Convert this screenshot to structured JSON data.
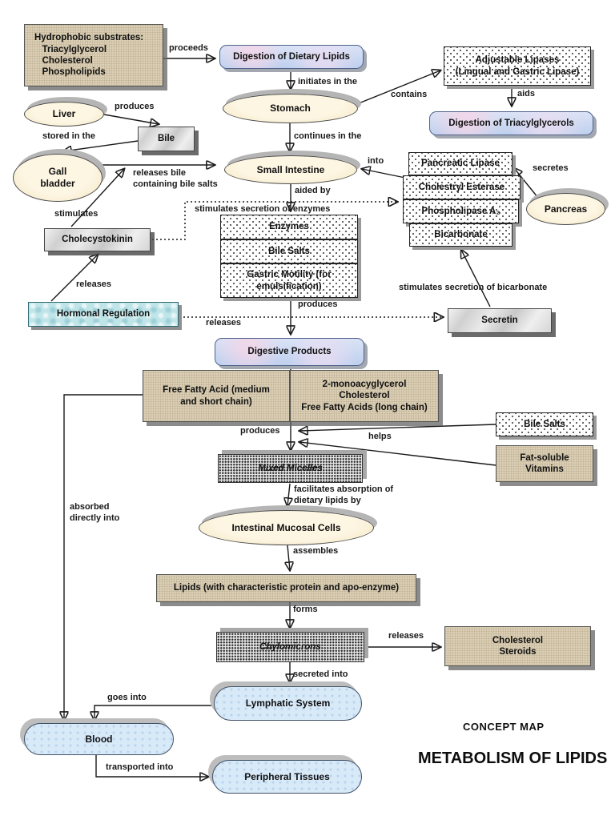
{
  "title": {
    "kicker": "CONCEPT MAP",
    "main": "METABOLISM OF LIPIDS"
  },
  "colors": {
    "tan_box": "#dbcfb5",
    "blue_box": "#cdd9f1",
    "ellipse_fill": "#fbf2d8",
    "pill_fill": "#d8e9f8",
    "cyan_box": "#bfe5e9",
    "marble_box": "#dcdcdc",
    "stipple_bg": "#fefefe",
    "line": "#1a1a1a"
  },
  "nodes": {
    "hydrophobic": {
      "label": "Hydrophobic substrates:\n   Triacylglycerol\n   Cholesterol\n   Phospholipids"
    },
    "digestion_dietary": {
      "label": "Digestion of Dietary Lipids"
    },
    "adjustable_lipases": {
      "label": "Adjustable Lipases\n(Lingual and Gastric Lipase)"
    },
    "digestion_tri": {
      "label": "Digestion of Triacylglycerols"
    },
    "stomach": {
      "label": "Stomach"
    },
    "liver": {
      "label": "Liver"
    },
    "bile": {
      "label": "Bile"
    },
    "gall_bladder": {
      "label": "Gall\nbladder"
    },
    "small_intestine": {
      "label": "Small Intestine"
    },
    "pancreatic_lipase": {
      "label": "Pancreatic Lipase"
    },
    "cholestryl_esterase": {
      "label": "Cholestryl Esterase"
    },
    "phospholipase_a2": {
      "label": "Phospholipase A₂"
    },
    "bicarbonate": {
      "label": "Bicarbonate"
    },
    "pancreas": {
      "label": "Pancreas"
    },
    "cholecystokinin": {
      "label": "Cholecystokinin"
    },
    "enzymes": {
      "label": "Enzymes"
    },
    "bile_salts_mid": {
      "label": "Bile Salts"
    },
    "gastric_motility": {
      "label": "Gastric Motility (for\nemulsification)"
    },
    "hormonal_regulation": {
      "label": "Hormonal Regulation"
    },
    "secretin": {
      "label": "Secretin"
    },
    "digestive_products": {
      "label": "Digestive Products"
    },
    "ffa_medium_short": {
      "label": "Free Fatty Acid (medium\nand short chain)"
    },
    "mono_chol_ffa": {
      "label": "2-monoacyglycerol\nCholesterol\nFree Fatty Acids (long chain)"
    },
    "bile_salts_right": {
      "label": "Bile Salts"
    },
    "fat_soluble_vitamins": {
      "label": "Fat-soluble\nVitamins"
    },
    "mixed_micelles": {
      "label": "Mixed Micelles"
    },
    "intestinal_mucosal_cells": {
      "label": "Intestinal Mucosal Cells"
    },
    "lipids_protein": {
      "label": "Lipids (with characteristic protein and apo-enzyme)"
    },
    "chylomicrons": {
      "label": "Chylomicrons"
    },
    "cholesterol_steroids": {
      "label": "Cholesterol\nSteroids"
    },
    "lymphatic_system": {
      "label": "Lymphatic System"
    },
    "blood": {
      "label": "Blood"
    },
    "peripheral_tissues": {
      "label": "Peripheral Tissues"
    }
  },
  "labels": {
    "proceeds": "proceeds",
    "initiates": "initiates in the",
    "contains": "contains",
    "aids": "aids",
    "continues": "continues in the",
    "into": "into",
    "secretes": "secretes",
    "produces_bile": "produces",
    "stored_in_the": "stored in the",
    "releases_bile": "releases bile\ncontaining bile salts",
    "stimulates": "stimulates",
    "aided_by": "aided by",
    "stim_enzymes": "stimulates secretion of enzymes",
    "releases_cck": "releases",
    "produces_dp": "produces",
    "stim_bicarbonate": "stimulates secretion of bicarbonate",
    "releases_secretin": "releases",
    "produces_mm": "produces",
    "helps": "helps",
    "facilitates": "facilitates absorption of\ndietary lipids by",
    "assembles": "assembles",
    "forms": "forms",
    "releases_chylo": "releases",
    "secreted_into": "secreted into",
    "goes_into": "goes into",
    "absorbed": "absorbed\ndirectly into",
    "transported_into": "transported into"
  }
}
